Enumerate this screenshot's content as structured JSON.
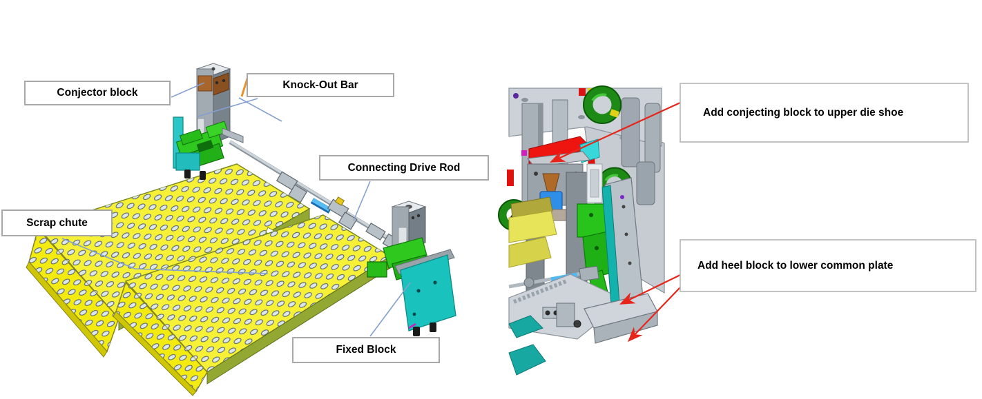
{
  "figure": {
    "left_labels": {
      "conjector": "Conjector block",
      "knock_out": "Knock-Out Bar",
      "connecting": "Connecting Drive Rod",
      "scrap": "Scrap chute",
      "fixed": "Fixed Block"
    },
    "right_annotations": {
      "upper": "Add conjecting block to upper die shoe",
      "lower": "Add heel block to lower common plate"
    },
    "colors": {
      "label_border": "#a8a8a8",
      "annotation_border": "#c2c2c2",
      "leader_line_blue": "#84a0d0",
      "arrow_red": "#e8251a",
      "chute_yellow": "#f6f136",
      "chute_flap_yellow": "#f2ea10",
      "chute_rim_olive": "#93a832",
      "mechanism_green": "#2ec81e",
      "fixed_block_teal": "#1ac2bd",
      "knockout_bar_gray": "#a2aab2",
      "copper_insert": "#a8662c",
      "hoist_ring_green": "#1c8a14",
      "conjecting_block_red": "#ee1410",
      "cad_gray": "#c6ccd2"
    }
  }
}
